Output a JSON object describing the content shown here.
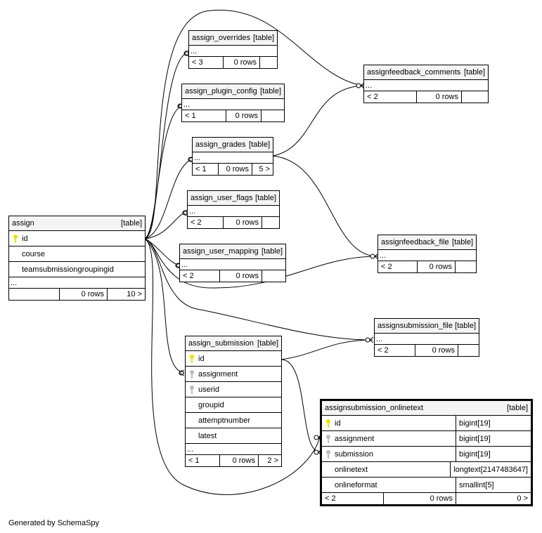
{
  "footer": "Generated by SchemaSpy",
  "colors": {
    "line": "#000000",
    "header_bg": "#f4f4f4",
    "primary_key": "#e8e400",
    "foreign_key": "#bbbbbb"
  },
  "tables": {
    "assign": {
      "name": "assign",
      "kind": "[table]",
      "columns": [
        "id",
        "course",
        "teamsubmissiongroupingid"
      ],
      "more": "...",
      "footer": [
        "",
        "0 rows",
        "10 >"
      ]
    },
    "assign_overrides": {
      "name": "assign_overrides",
      "kind": "[table]",
      "more": "...",
      "footer": [
        "< 3",
        "0 rows",
        ""
      ]
    },
    "assign_plugin_config": {
      "name": "assign_plugin_config",
      "kind": "[table]",
      "more": "...",
      "footer": [
        "< 1",
        "0 rows",
        ""
      ]
    },
    "assign_grades": {
      "name": "assign_grades",
      "kind": "[table]",
      "more": "...",
      "footer": [
        "< 1",
        "0 rows",
        "5 >"
      ]
    },
    "assign_user_flags": {
      "name": "assign_user_flags",
      "kind": "[table]",
      "more": "...",
      "footer": [
        "< 2",
        "0 rows",
        ""
      ]
    },
    "assign_user_mapping": {
      "name": "assign_user_mapping",
      "kind": "[table]",
      "more": "...",
      "footer": [
        "< 2",
        "0 rows",
        ""
      ]
    },
    "assignfeedback_comments": {
      "name": "assignfeedback_comments",
      "kind": "[table]",
      "more": "...",
      "footer": [
        "< 2",
        "0 rows",
        ""
      ]
    },
    "assignfeedback_file": {
      "name": "assignfeedback_file",
      "kind": "[table]",
      "more": "...",
      "footer": [
        "< 2",
        "0 rows",
        ""
      ]
    },
    "assignsubmission_file": {
      "name": "assignsubmission_file",
      "kind": "[table]",
      "more": "...",
      "footer": [
        "< 2",
        "0 rows",
        ""
      ]
    },
    "assign_submission": {
      "name": "assign_submission",
      "kind": "[table]",
      "columns": [
        "id",
        "assignment",
        "userid",
        "groupid",
        "attemptnumber",
        "latest"
      ],
      "more": "...",
      "footer": [
        "< 1",
        "0 rows",
        "2 >"
      ]
    },
    "assignsubmission_onlinetext": {
      "name": "assignsubmission_onlinetext",
      "kind": "[table]",
      "columns": [
        {
          "name": "id",
          "type": "bigint[19]"
        },
        {
          "name": "assignment",
          "type": "bigint[19]"
        },
        {
          "name": "submission",
          "type": "bigint[19]"
        },
        {
          "name": "onlinetext",
          "type": "longtext[2147483647]"
        },
        {
          "name": "onlineformat",
          "type": "smallint[5]"
        }
      ],
      "footer": [
        "< 2",
        "0 rows",
        "0 >"
      ]
    }
  }
}
